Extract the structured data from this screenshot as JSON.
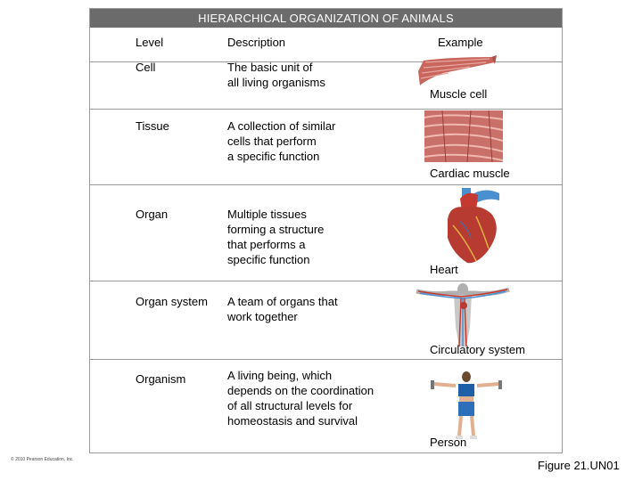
{
  "title": "HIERARCHICAL ORGANIZATION OF ANIMALS",
  "headers": {
    "level": "Level",
    "description": "Description",
    "example": "Example"
  },
  "rows": [
    {
      "level": "Cell",
      "description": "The basic unit of\nall living organisms",
      "example": "Muscle cell",
      "icon": "muscle-cell-icon"
    },
    {
      "level": "Tissue",
      "description": "A collection of similar\ncells that perform\na specific function",
      "example": "Cardiac muscle",
      "icon": "cardiac-muscle-icon"
    },
    {
      "level": "Organ",
      "description": "Multiple tissues\nforming a structure\nthat performs a\nspecific function",
      "example": "Heart",
      "icon": "heart-icon"
    },
    {
      "level": "Organ system",
      "description": "A team of organs that\nwork together",
      "example": "Circulatory system",
      "icon": "circulatory-system-icon"
    },
    {
      "level": "Organism",
      "description": "A living being, which\ndepends on the coordination\nof all structural levels for\nhomeostasis and survival",
      "example": "Person",
      "icon": "person-icon"
    }
  ],
  "copyright": "© 2010 Pearson Education, Inc.",
  "figure_label": "Figure 21.UN01",
  "colors": {
    "title_bar": "#6b6b6b",
    "muscle": "#c8665e",
    "heart": "#b83b32",
    "vessel_blue": "#4a8fd0",
    "person_top": "#1f5fa8"
  }
}
